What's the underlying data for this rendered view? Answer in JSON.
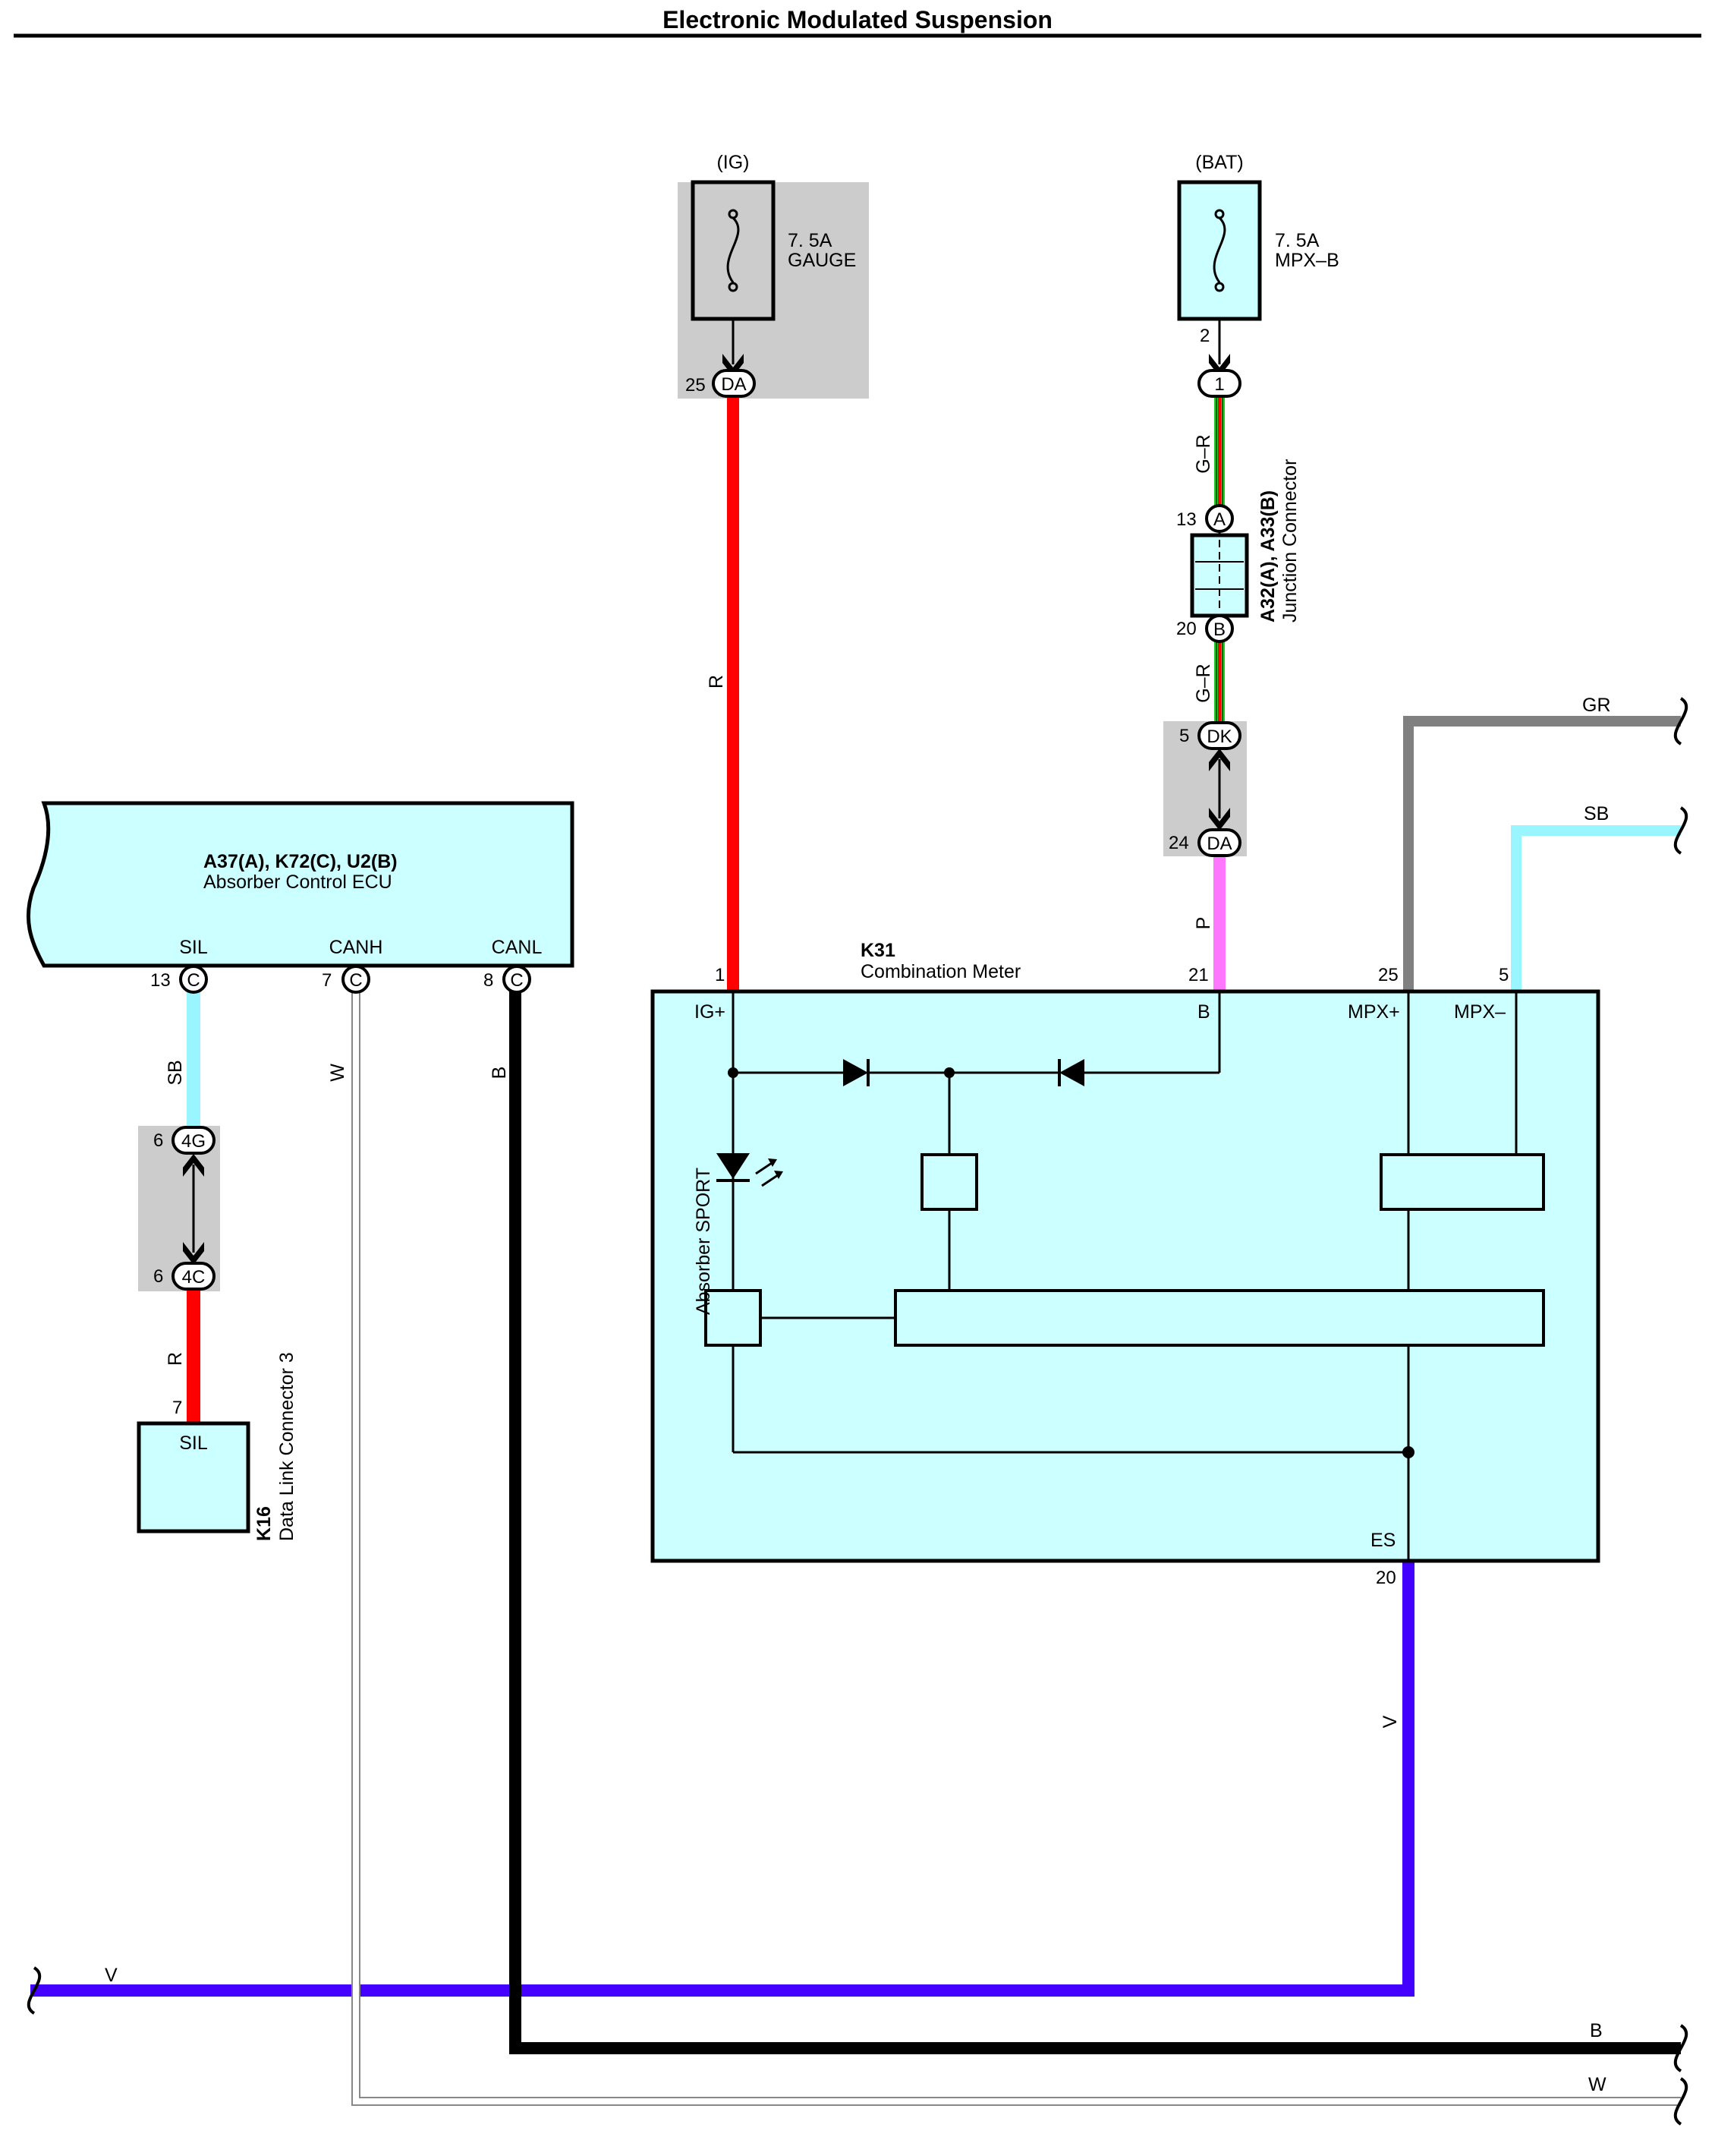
{
  "title": "Electronic Modulated Suspension",
  "colors": {
    "R": "#ff0000",
    "G": "#22cc22",
    "P": "#ff77ff",
    "GR": "#808080",
    "SB": "#99f5ff",
    "V": "#4400ff",
    "B": "#000000",
    "W": "#ffffff",
    "box_fill": "#ccffff",
    "shade": "#cccccc"
  },
  "fuses": {
    "ig": {
      "source": "(IG)",
      "rating": "7. 5A",
      "name": "GAUGE"
    },
    "bat": {
      "source": "(BAT)",
      "rating": "7. 5A",
      "name": "MPX–B"
    }
  },
  "fuse_pins": {
    "ig_pin": "25",
    "ig_conn": "DA",
    "bat_pin": "2",
    "bat_conn_pin": "1"
  },
  "junction": {
    "id": "A32(A), A33(B)",
    "name": "Junction Connector",
    "pin_a": "13",
    "conn_a": "A",
    "pin_b": "20",
    "conn_b": "B",
    "dk_pin": "5",
    "dk_conn": "DK",
    "da_pin": "24",
    "da_conn": "DA"
  },
  "ecu": {
    "id": "A37(A), K72(C), U2(B)",
    "name": "Absorber Control ECU",
    "terminals": [
      {
        "name": "SIL",
        "pin": "13",
        "conn": "C"
      },
      {
        "name": "CANH",
        "pin": "7",
        "conn": "C"
      },
      {
        "name": "CANL",
        "pin": "8",
        "conn": "C"
      }
    ]
  },
  "dlc": {
    "id": "K16",
    "name": "Data Link Connector 3",
    "terminal": "SIL",
    "pin": "7",
    "conn_top_pin": "6",
    "conn_top": "4G",
    "conn_bot_pin": "6",
    "conn_bot": "4C"
  },
  "meter": {
    "id": "K31",
    "name": "Combination Meter",
    "pins": {
      "ig": "1",
      "b": "21",
      "mpxp": "25",
      "mpxm": "5",
      "es": "20"
    },
    "terms": {
      "ig": "IG+",
      "b": "B",
      "mpxp": "MPX+",
      "mpxm": "MPX–",
      "es": "ES"
    },
    "indicator": "Absorber SPORT"
  },
  "wire_labels": {
    "red_main": "R",
    "gr1": "G–R",
    "gr2": "G–R",
    "pink": "P",
    "gray": "GR",
    "sb_right": "SB",
    "sb_left": "SB",
    "red_dlc": "R",
    "w_canh": "W",
    "b_canl": "B",
    "v_es": "V",
    "v_bottom": "V",
    "b_bottom": "B",
    "w_bottom": "W"
  }
}
